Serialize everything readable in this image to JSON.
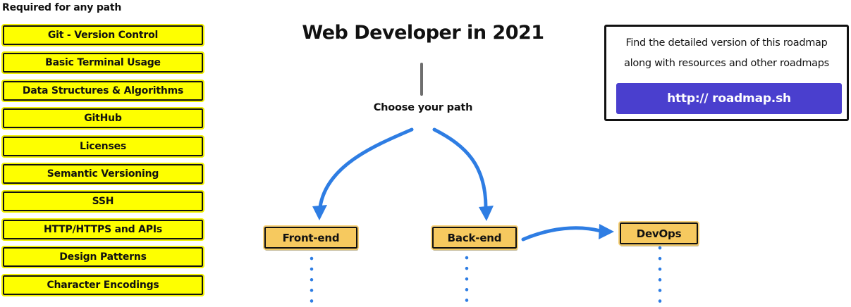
{
  "title": "Web Developer in 2021",
  "sidebar": {
    "heading": "Required for any path",
    "items": [
      "Git - Version Control",
      "Basic Terminal Usage",
      "Data Structures & Algorithms",
      "GitHub",
      "Licenses",
      "Semantic Versioning",
      "SSH",
      "HTTP/HTTPS and APIs",
      "Design Patterns",
      "Character Encodings"
    ]
  },
  "center": {
    "choose_label": "Choose your path",
    "nodes": {
      "frontend": {
        "label": "Front-end"
      },
      "backend": {
        "label": "Back-end"
      },
      "devops": {
        "label": "DevOps"
      }
    }
  },
  "info_box": {
    "line1": "Find the detailed version of this roadmap",
    "line2": "along with resources and other roadmaps",
    "button_label": "http:// roadmap.sh"
  },
  "colors": {
    "yellow": "#feff00",
    "yellow_rim": "#f1f100",
    "node_orange": "#f6c95f",
    "arrow_blue": "#2e7de3",
    "button_purple": "#4a3fce",
    "line_gray": "#6e6e6e",
    "ink": "#111111"
  }
}
